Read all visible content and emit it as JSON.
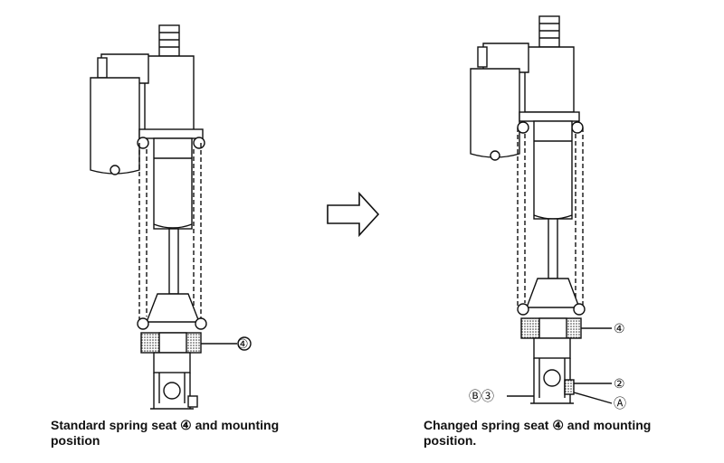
{
  "captions": {
    "left_line1": "Standard spring seat ④ and mounting",
    "left_line2": "position",
    "right_line1": "Changed spring seat ④ and mounting",
    "right_line2": "position."
  },
  "callouts": {
    "left_seat": "④",
    "right_seat": "④",
    "right_two": "②",
    "right_A": "Ⓐ",
    "right_B3": "Ⓑ③"
  }
}
